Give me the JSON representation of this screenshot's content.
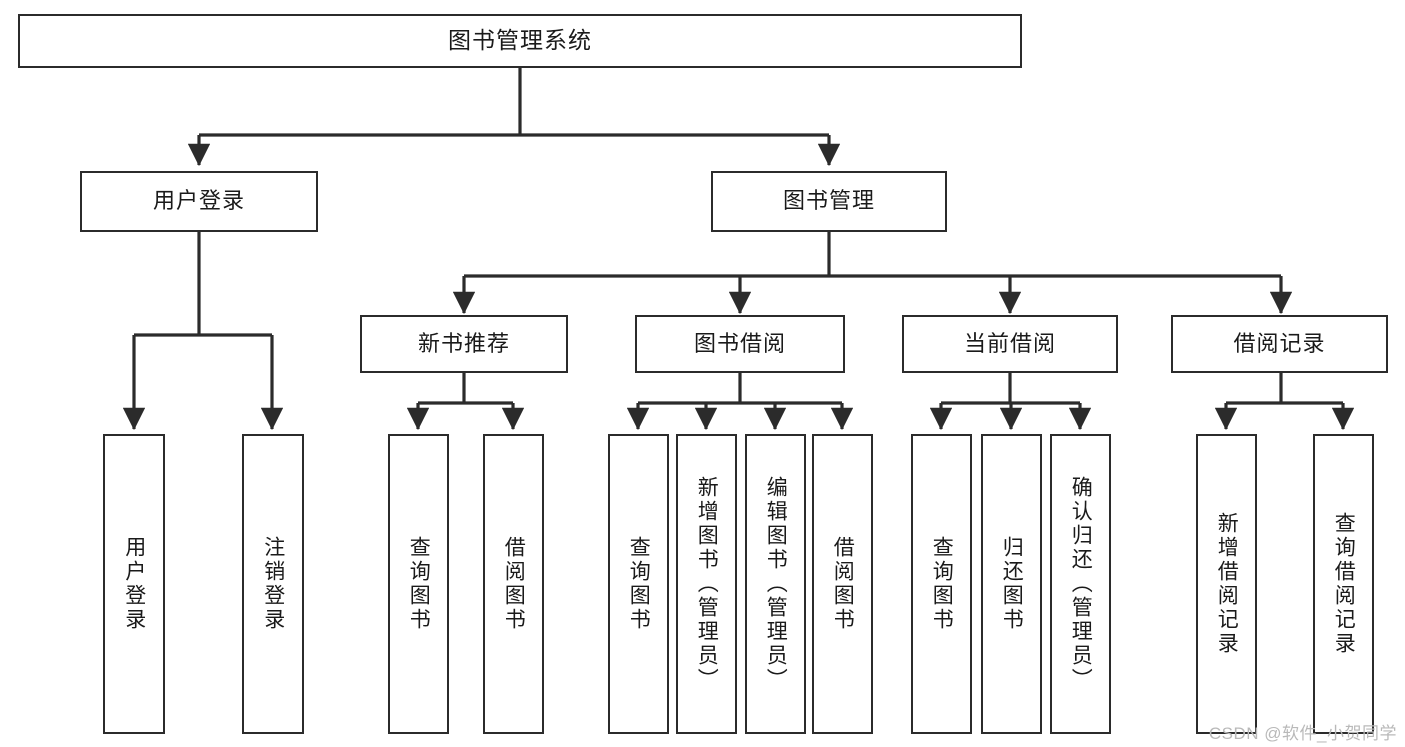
{
  "diagram": {
    "title": "图书管理系统",
    "type": "functional-structure-tree",
    "watermark": "CSDN @软件_小贺同学",
    "stroke_color": "#2b2b2b",
    "fill_color": "#ffffff",
    "text_color": "#1a1a1a",
    "watermark_color": "#b9b9b9"
  },
  "nodes": {
    "root": {
      "label": "图书管理系统"
    },
    "level2": [
      {
        "id": "user-login",
        "label": "用户登录"
      },
      {
        "id": "book-manage",
        "label": "图书管理"
      }
    ],
    "level3": [
      {
        "id": "new-book-recommend",
        "label": "新书推荐"
      },
      {
        "id": "book-borrow",
        "label": "图书借阅"
      },
      {
        "id": "current-borrow",
        "label": "当前借阅"
      },
      {
        "id": "borrow-record",
        "label": "借阅记录"
      }
    ],
    "leaves": [
      {
        "id": "leaf-user-login",
        "label": "用户登录",
        "parent": "user-login"
      },
      {
        "id": "leaf-logout-login",
        "label": "注销登录",
        "parent": "user-login"
      },
      {
        "id": "leaf-query-book-1",
        "label": "查询图书",
        "parent": "new-book-recommend"
      },
      {
        "id": "leaf-borrow-book-1",
        "label": "借阅图书",
        "parent": "new-book-recommend"
      },
      {
        "id": "leaf-query-book-2",
        "label": "查询图书",
        "parent": "book-borrow"
      },
      {
        "id": "leaf-add-book",
        "label": "新增图书（管理员）",
        "parent": "book-borrow"
      },
      {
        "id": "leaf-edit-book",
        "label": "编辑图书（管理员）",
        "parent": "book-borrow"
      },
      {
        "id": "leaf-borrow-book-2",
        "label": "借阅图书",
        "parent": "book-borrow"
      },
      {
        "id": "leaf-query-book-3",
        "label": "查询图书",
        "parent": "current-borrow"
      },
      {
        "id": "leaf-return-book",
        "label": "归还图书",
        "parent": "current-borrow"
      },
      {
        "id": "leaf-confirm-return",
        "label": "确认归还（管理员）",
        "parent": "current-borrow"
      },
      {
        "id": "leaf-add-record",
        "label": "新增借阅记录",
        "parent": "borrow-record"
      },
      {
        "id": "leaf-query-record",
        "label": "查询借阅记录",
        "parent": "borrow-record"
      }
    ]
  }
}
